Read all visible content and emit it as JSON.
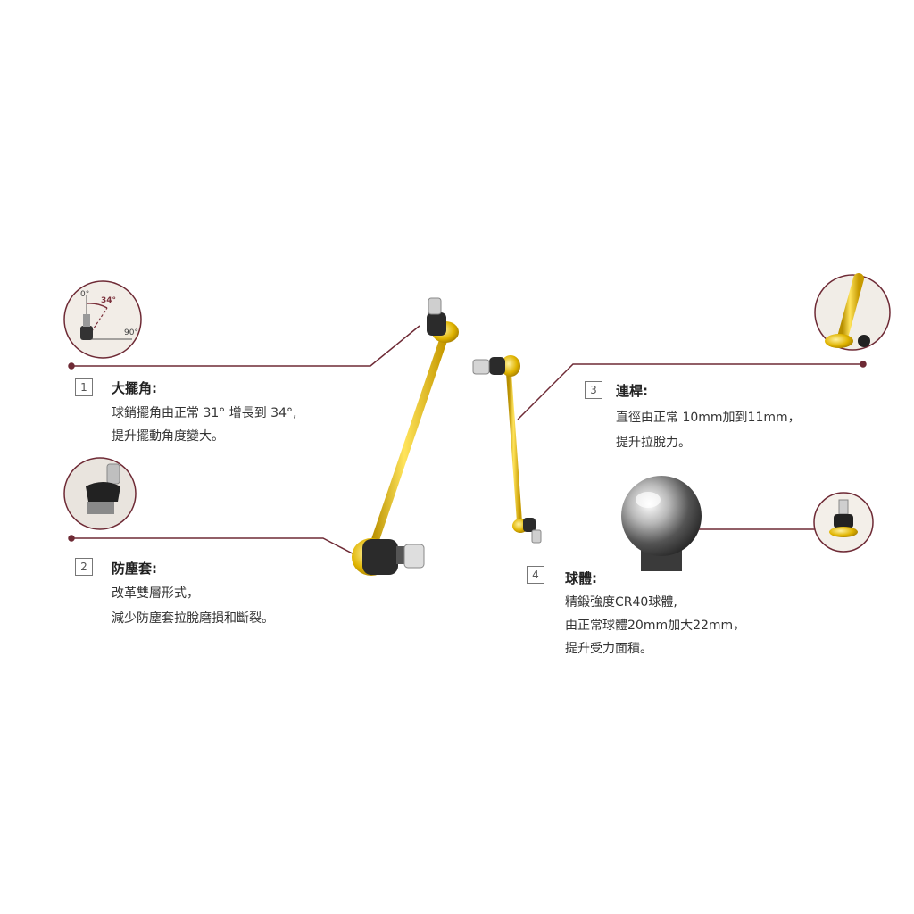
{
  "features": [
    {
      "number": "1",
      "title": "大擺角:",
      "lines": [
        "球銷擺角由正常 31° 增長到 34°,",
        "提升擺動角度變大。"
      ]
    },
    {
      "number": "2",
      "title": "防塵套:",
      "lines": [
        "改革雙層形式，",
        "減少防塵套拉脫磨損和斷裂。"
      ]
    },
    {
      "number": "3",
      "title": "連桿:",
      "lines": [
        "直徑由正常 10mm加到11mm，",
        "提升拉脫力。"
      ]
    },
    {
      "number": "4",
      "title": "球體:",
      "lines": [
        "精鍛強度CR40球體,",
        "由正常球體20mm加大22mm，",
        "提升受力面積。"
      ]
    }
  ],
  "angle_diagram": {
    "start": "0°",
    "swing": "34°",
    "end": "90°"
  },
  "colors": {
    "leader_line": "#6e2a35",
    "rod_gold": "#e6c21a",
    "text": "#222222"
  }
}
